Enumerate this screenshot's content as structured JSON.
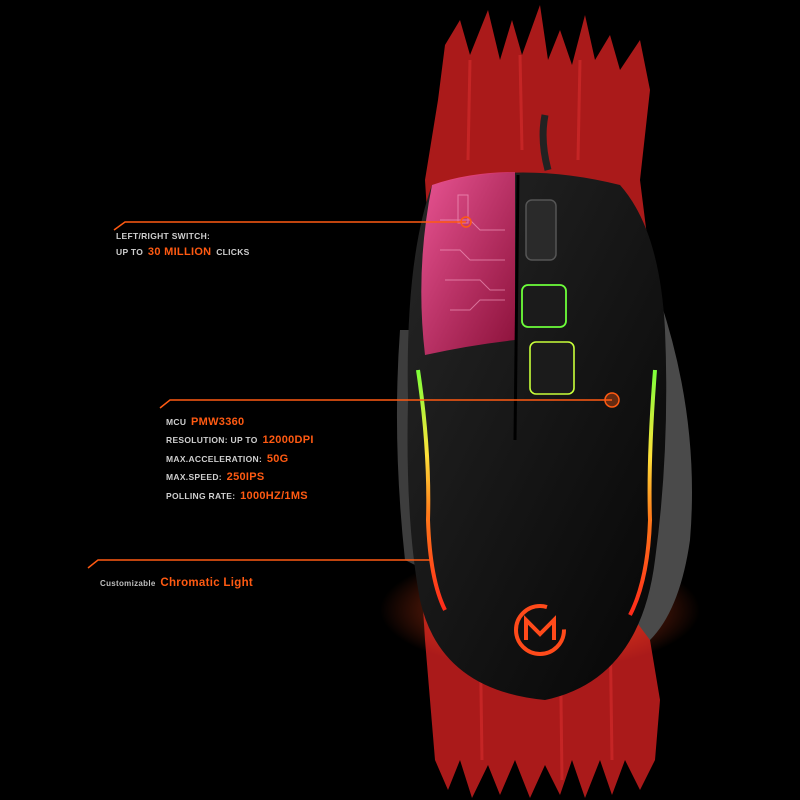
{
  "switch_callout": {
    "line1": "LEFT/RIGHT SWITCH:",
    "line2_prefix": "UP TO",
    "line2_value": "30 MILLION",
    "line2_suffix": "CLICKS"
  },
  "sensor_callout": {
    "rows": [
      {
        "label": "MCU",
        "value": "PMW3360"
      },
      {
        "label": "RESOLUTION: UP TO",
        "value": "12000DPI"
      },
      {
        "label": "MAX.ACCELERATION:",
        "value": "50G"
      },
      {
        "label": "MAX.SPEED:",
        "value": "250IPS"
      },
      {
        "label": "POLLING RATE:",
        "value": "1000HZ/1MS"
      }
    ]
  },
  "light_callout": {
    "label": "Customizable",
    "value": "Chromatic Light"
  },
  "colors": {
    "background": "#000000",
    "accent_orange": "#ff5a12",
    "red_brush": "#c01f1f",
    "mouse_body": "#141414",
    "rgb_green": "#6dff3a",
    "rgb_red": "#ff3a1a"
  }
}
